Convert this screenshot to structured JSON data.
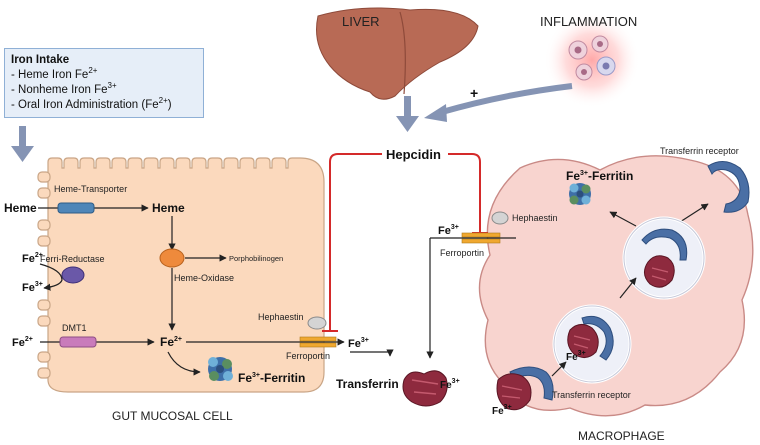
{
  "intake": {
    "title": "Iron Intake",
    "items": [
      {
        "text": "- Heme Iron Fe",
        "sup": "2+",
        "tail": ""
      },
      {
        "text": "- Nonheme Iron Fe",
        "sup": "3+",
        "tail": ""
      },
      {
        "text": "- Oral Iron Administration (Fe",
        "sup": "2+",
        "tail": ")"
      }
    ]
  },
  "labels": {
    "liver": "LIVER",
    "inflammation": "INFLAMMATION",
    "plus": "+",
    "hepcidin": "Hepcidin",
    "gut_cell": "GUT MUCOSAL CELL",
    "macrophage": "MACROPHAGE",
    "heme_left": "Heme",
    "heme_transporter": "Heme-Transporter",
    "heme_inside": "Heme",
    "heme_oxidase": "Heme-Oxidase",
    "porphobilinogen": "Porphobilinogen",
    "fe": "Fe",
    "ferri_reductase": "Ferri-Reductase",
    "dmt1": "DMT1",
    "hephaestin": "Hephaestin",
    "ferroportin": "Ferroportin",
    "ferritin_suffix": "-Ferritin",
    "transferrin": "Transferrin",
    "transferrin_receptor": "Transferrin receptor",
    "sup2": "2+",
    "sup3": "3+"
  },
  "colors": {
    "cell_fill": "#fbd9bd",
    "cell_stroke": "#c9a586",
    "macro_fill": "#f8d4cf",
    "macro_stroke": "#c98a86",
    "arrow_blue": "#8594b4",
    "hepcidin_red": "#d42a2a",
    "liver": "#b86a55",
    "receptor_blue": "#4a6fa5",
    "transferrin": "#8e2a3e",
    "ferroportin": "#f0a830",
    "dmt1": "#c97bbb",
    "heme_transporter": "#4f86b8",
    "heme_oxidase": "#ee8a3c",
    "ferri_reductase": "#6a58a8"
  }
}
